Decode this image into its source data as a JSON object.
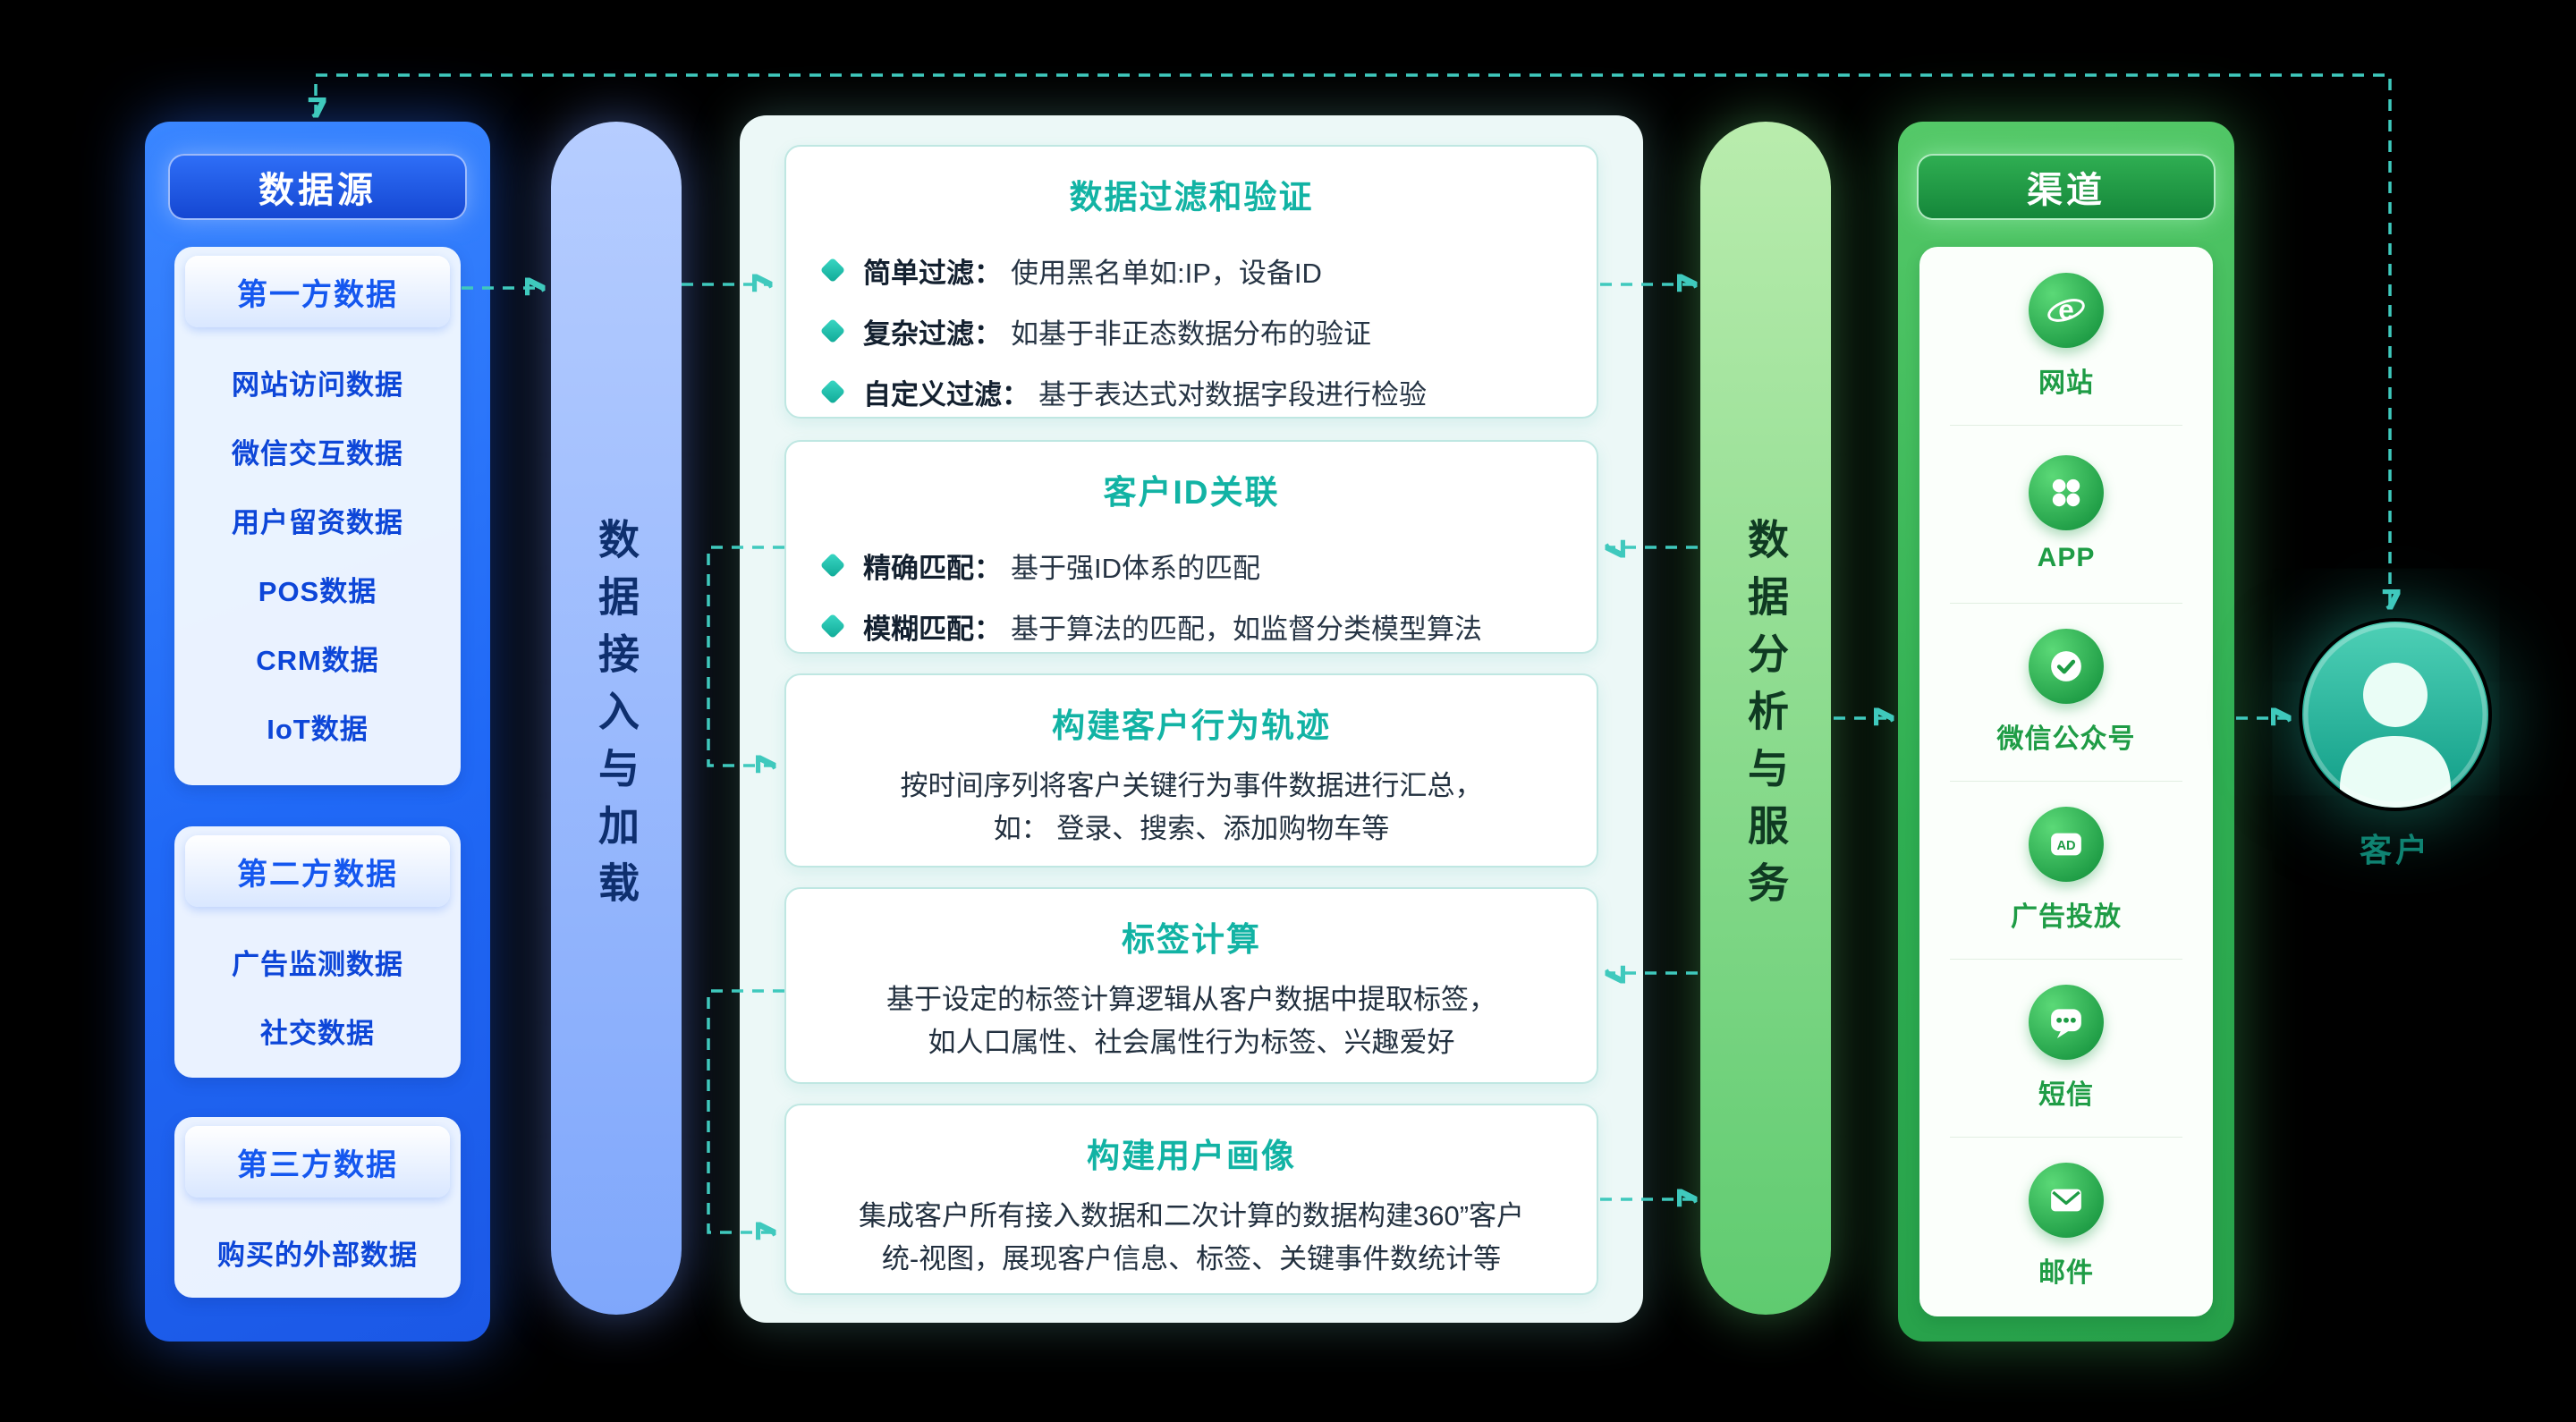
{
  "data_sources": {
    "title": "数据源",
    "groups": [
      {
        "label": "第一方数据",
        "items": [
          "网站访问数据",
          "微信交互数据",
          "用户留资数据",
          "POS数据",
          "CRM数据",
          "IoT数据"
        ]
      },
      {
        "label": "第二方数据",
        "items": [
          "广告监测数据",
          "社交数据"
        ]
      },
      {
        "label": "第三方数据",
        "items": [
          "购买的外部数据"
        ]
      }
    ]
  },
  "left_bar": {
    "label": "数据接入与加载"
  },
  "process": {
    "boxes": [
      {
        "title": "数据过滤和验证",
        "bullets": [
          {
            "label": "简单过滤：",
            "text": "使用黑名单如:IP，设备ID"
          },
          {
            "label": "复杂过滤：",
            "text": "如基于非正态数据分布的验证"
          },
          {
            "label": "自定义过滤：",
            "text": "基于表达式对数据字段进行检验"
          }
        ]
      },
      {
        "title": "客户ID关联",
        "bullets": [
          {
            "label": "精确匹配：",
            "text": "基于强ID体系的匹配"
          },
          {
            "label": "模糊匹配：",
            "text": "基于算法的匹配，如监督分类模型算法"
          }
        ]
      },
      {
        "title": "构建客户行为轨迹",
        "lines": [
          "按时间序列将客户关键行为事件数据进行汇总，",
          "如： 登录、搜索、添加购物车等"
        ]
      },
      {
        "title": "标签计算",
        "lines": [
          "基于设定的标签计算逻辑从客户数据中提取标签，",
          "如人口属性、社会属性行为标签、兴趣爱好"
        ]
      },
      {
        "title": "构建用户画像",
        "lines": [
          "集成客户所有接入数据和二次计算的数据构建360”客户",
          "统-视图，展现客户信息、标签、关键事件数统计等"
        ]
      }
    ]
  },
  "right_bar": {
    "label": "数据分析与服务"
  },
  "channels": {
    "title": "渠道",
    "items": [
      {
        "label": "网站",
        "icon": "browser-icon",
        "icon_text": "e"
      },
      {
        "label": "APP",
        "icon": "app-icon"
      },
      {
        "label": "微信公众号",
        "icon": "wechat-official-account-icon"
      },
      {
        "label": "广告投放",
        "icon": "ad-icon",
        "icon_text": "AD"
      },
      {
        "label": "短信",
        "icon": "sms-icon"
      },
      {
        "label": "邮件",
        "icon": "email-icon"
      }
    ]
  },
  "customer": {
    "label": "客户"
  },
  "colors": {
    "accent_teal": "#3fc9bd",
    "accent_blue": "#1f63f2",
    "accent_green": "#2aa94e"
  }
}
